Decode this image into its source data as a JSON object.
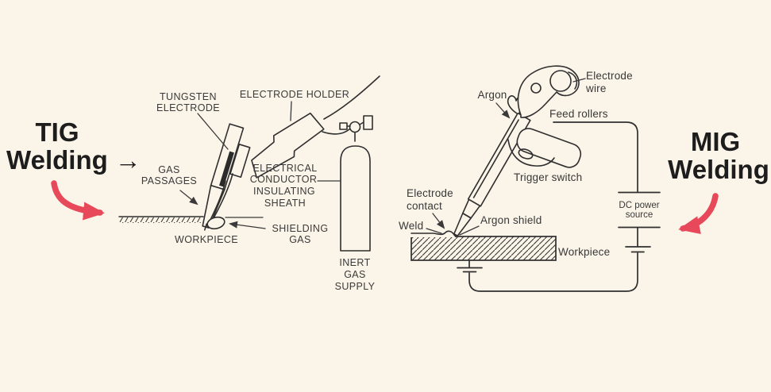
{
  "colors": {
    "background": "#fbf4e8",
    "ink": "#2f2f2f",
    "label_text": "#3a3a3a",
    "title_text": "#1d1d1d",
    "accent_red": "#e8495a"
  },
  "tig": {
    "title": [
      "TIG",
      "Welding →"
    ],
    "labels": {
      "tungsten_electrode": [
        "TUNGSTEN",
        "ELECTRODE"
      ],
      "electrode_holder": "ELECTRODE HOLDER",
      "gas_passages": [
        "GAS",
        "PASSAGES"
      ],
      "insulating_sheath": [
        "ELECTRICAL",
        "CONDUCTOR",
        "INSULATING",
        "SHEATH"
      ],
      "workpiece": "WORKPIECE",
      "shielding_gas": [
        "SHIELDING",
        "GAS"
      ],
      "inert_gas_supply": [
        "INERT",
        "GAS",
        "SUPPLY"
      ]
    }
  },
  "mig": {
    "title": [
      "MIG",
      "Welding"
    ],
    "labels": {
      "argon": "Argon",
      "electrode_wire": [
        "Electrode",
        "wire"
      ],
      "feed_rollers": "Feed rollers",
      "trigger_switch": "Trigger switch",
      "electrode_contact": [
        "Electrode",
        "contact"
      ],
      "weld": "Weld",
      "argon_shield": "Argon shield",
      "workpiece": "Workpiece",
      "dc_power_source": [
        "DC power",
        "source"
      ]
    }
  }
}
